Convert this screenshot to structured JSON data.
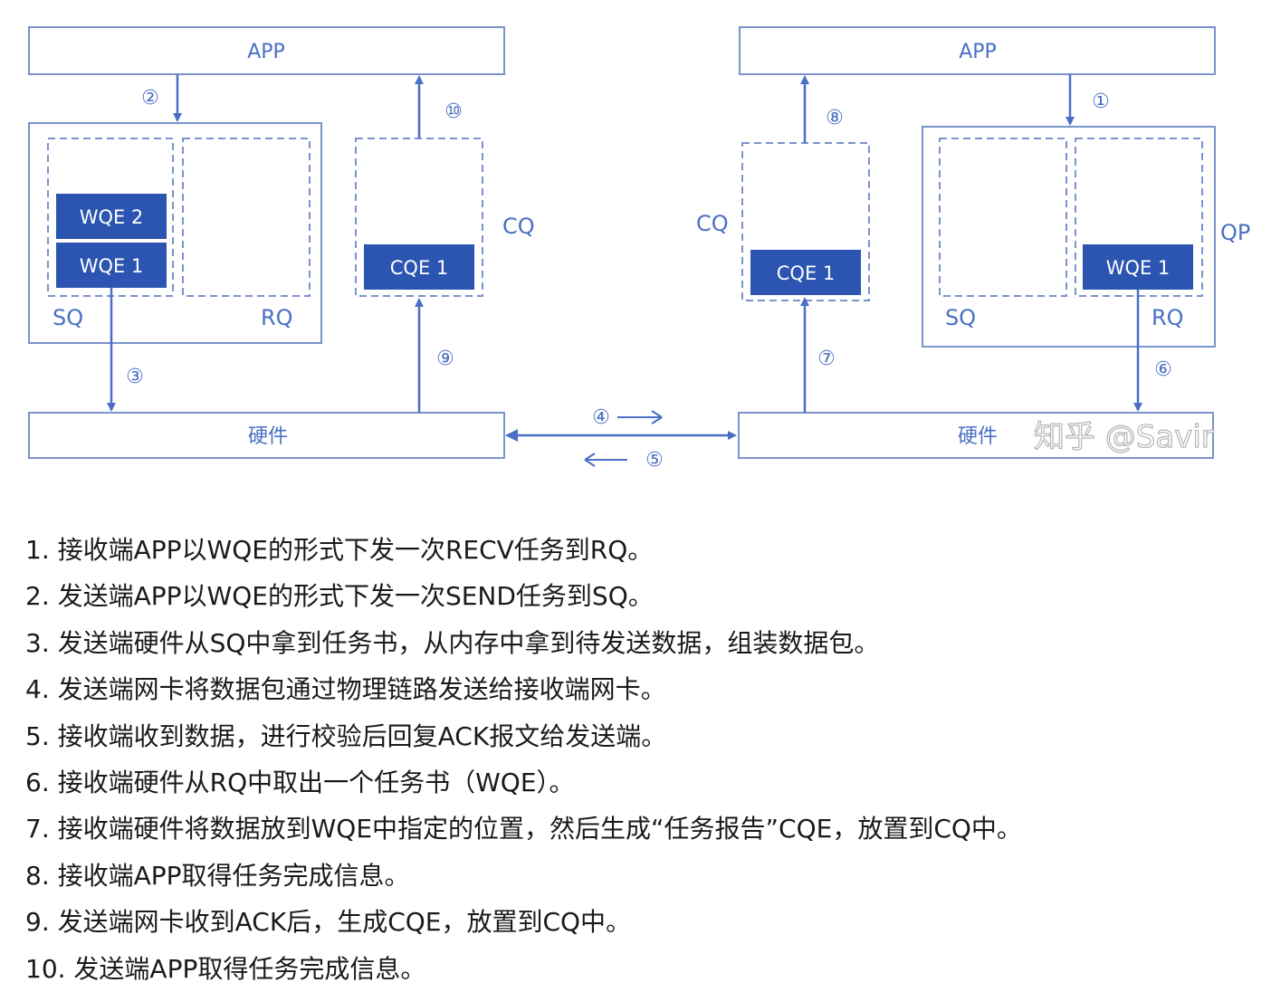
{
  "colors": {
    "line": "#4a6fc4",
    "fill": "#2b55b0",
    "text": "#1a1a1a"
  },
  "left": {
    "app": "APP",
    "sq": "SQ",
    "rq": "RQ",
    "cq": "CQ",
    "wqe2": "WQE 2",
    "wqe1": "WQE 1",
    "cqe1": "CQE 1",
    "hardware": "硬件"
  },
  "right": {
    "app": "APP",
    "sq": "SQ",
    "rq": "RQ",
    "cq": "CQ",
    "qp": "QP",
    "wqe1": "WQE 1",
    "cqe1": "CQE 1",
    "hardware": "硬件"
  },
  "step_markers": [
    "①",
    "②",
    "③",
    "④",
    "⑤",
    "⑥",
    "⑦",
    "⑧",
    "⑨",
    "⑩"
  ],
  "watermark": "知乎 @Savir",
  "steps": [
    "1. 接收端APP以WQE的形式下发一次RECV任务到RQ。",
    "2. 发送端APP以WQE的形式下发一次SEND任务到SQ。",
    "3. 发送端硬件从SQ中拿到任务书，从内存中拿到待发送数据，组装数据包。",
    "4. 发送端网卡将数据包通过物理链路发送给接收端网卡。",
    "5. 接收端收到数据，进行校验后回复ACK报文给发送端。",
    "6. 接收端硬件从RQ中取出一个任务书（WQE）。",
    "7. 接收端硬件将数据放到WQE中指定的位置，然后生成“任务报告”CQE，放置到CQ中。",
    "8. 接收端APP取得任务完成信息。",
    "9. 发送端网卡收到ACK后，生成CQE，放置到CQ中。",
    "10. 发送端APP取得任务完成信息。"
  ]
}
